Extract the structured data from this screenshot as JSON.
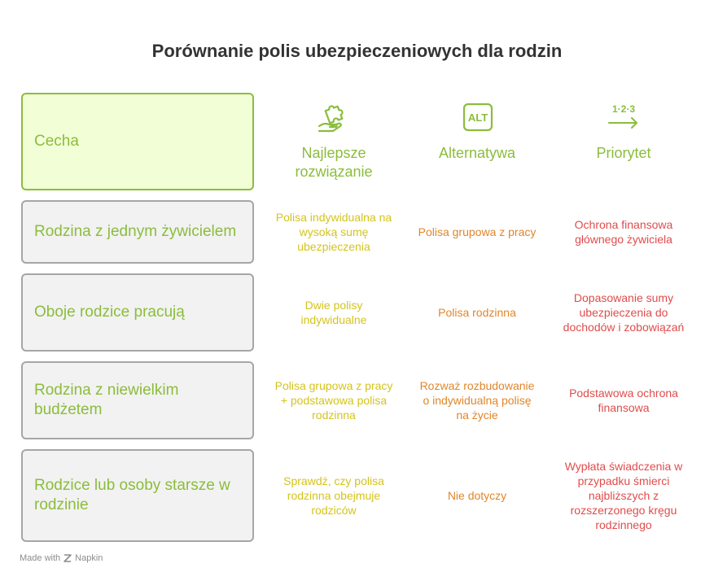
{
  "title": "Porównanie polis ubezpieczeniowych dla rodzin",
  "header": {
    "feature_label": "Cecha",
    "columns": [
      {
        "label": "Najlepsze rozwiązanie",
        "icon": "puzzle-hand-icon"
      },
      {
        "label": "Alternatywa",
        "icon": "alt-icon"
      },
      {
        "label": "Priorytet",
        "icon": "priority-123-icon"
      }
    ]
  },
  "rows": [
    {
      "feature": "Rodzina z jednym żywicielem",
      "best": "Polisa indywidualna na wysoką sumę ubezpieczenia",
      "alternative": "Polisa grupowa z pracy",
      "priority": "Ochrona finansowa głównego żywiciela"
    },
    {
      "feature": "Oboje rodzice pracują",
      "best": "Dwie polisy indywidualne",
      "alternative": "Polisa rodzinna",
      "priority": "Dopasowanie sumy ubezpieczenia do dochodów i zobowiązań"
    },
    {
      "feature": "Rodzina z niewielkim budżetem",
      "best": "Polisa grupowa z pracy + podstawowa polisa rodzinna",
      "alternative": "Rozważ rozbudowanie o indywidualną polisę na życie",
      "priority": "Podstawowa ochrona finansowa"
    },
    {
      "feature": "Rodzice lub osoby starsze w rodzinie",
      "best": "Sprawdź, czy polisa rodzinna obejmuje rodziców",
      "alternative": "Nie dotyczy",
      "priority": "Wypłata świadczenia w przypadku śmierci najbliższych z rozszerzonego kręgu rodzinnego"
    }
  ],
  "icons": {
    "alt_text": "ALT",
    "priority_text": "1·2·3"
  },
  "footer": {
    "made_with": "Made with",
    "brand": "Napkin"
  },
  "colors": {
    "green": "#8bbd3c",
    "yellow": "#d4c41c",
    "orange": "#e0862a",
    "red": "#e04c4c",
    "header_fill": "#f2ffd6",
    "row_fill": "#f2f2f2"
  }
}
